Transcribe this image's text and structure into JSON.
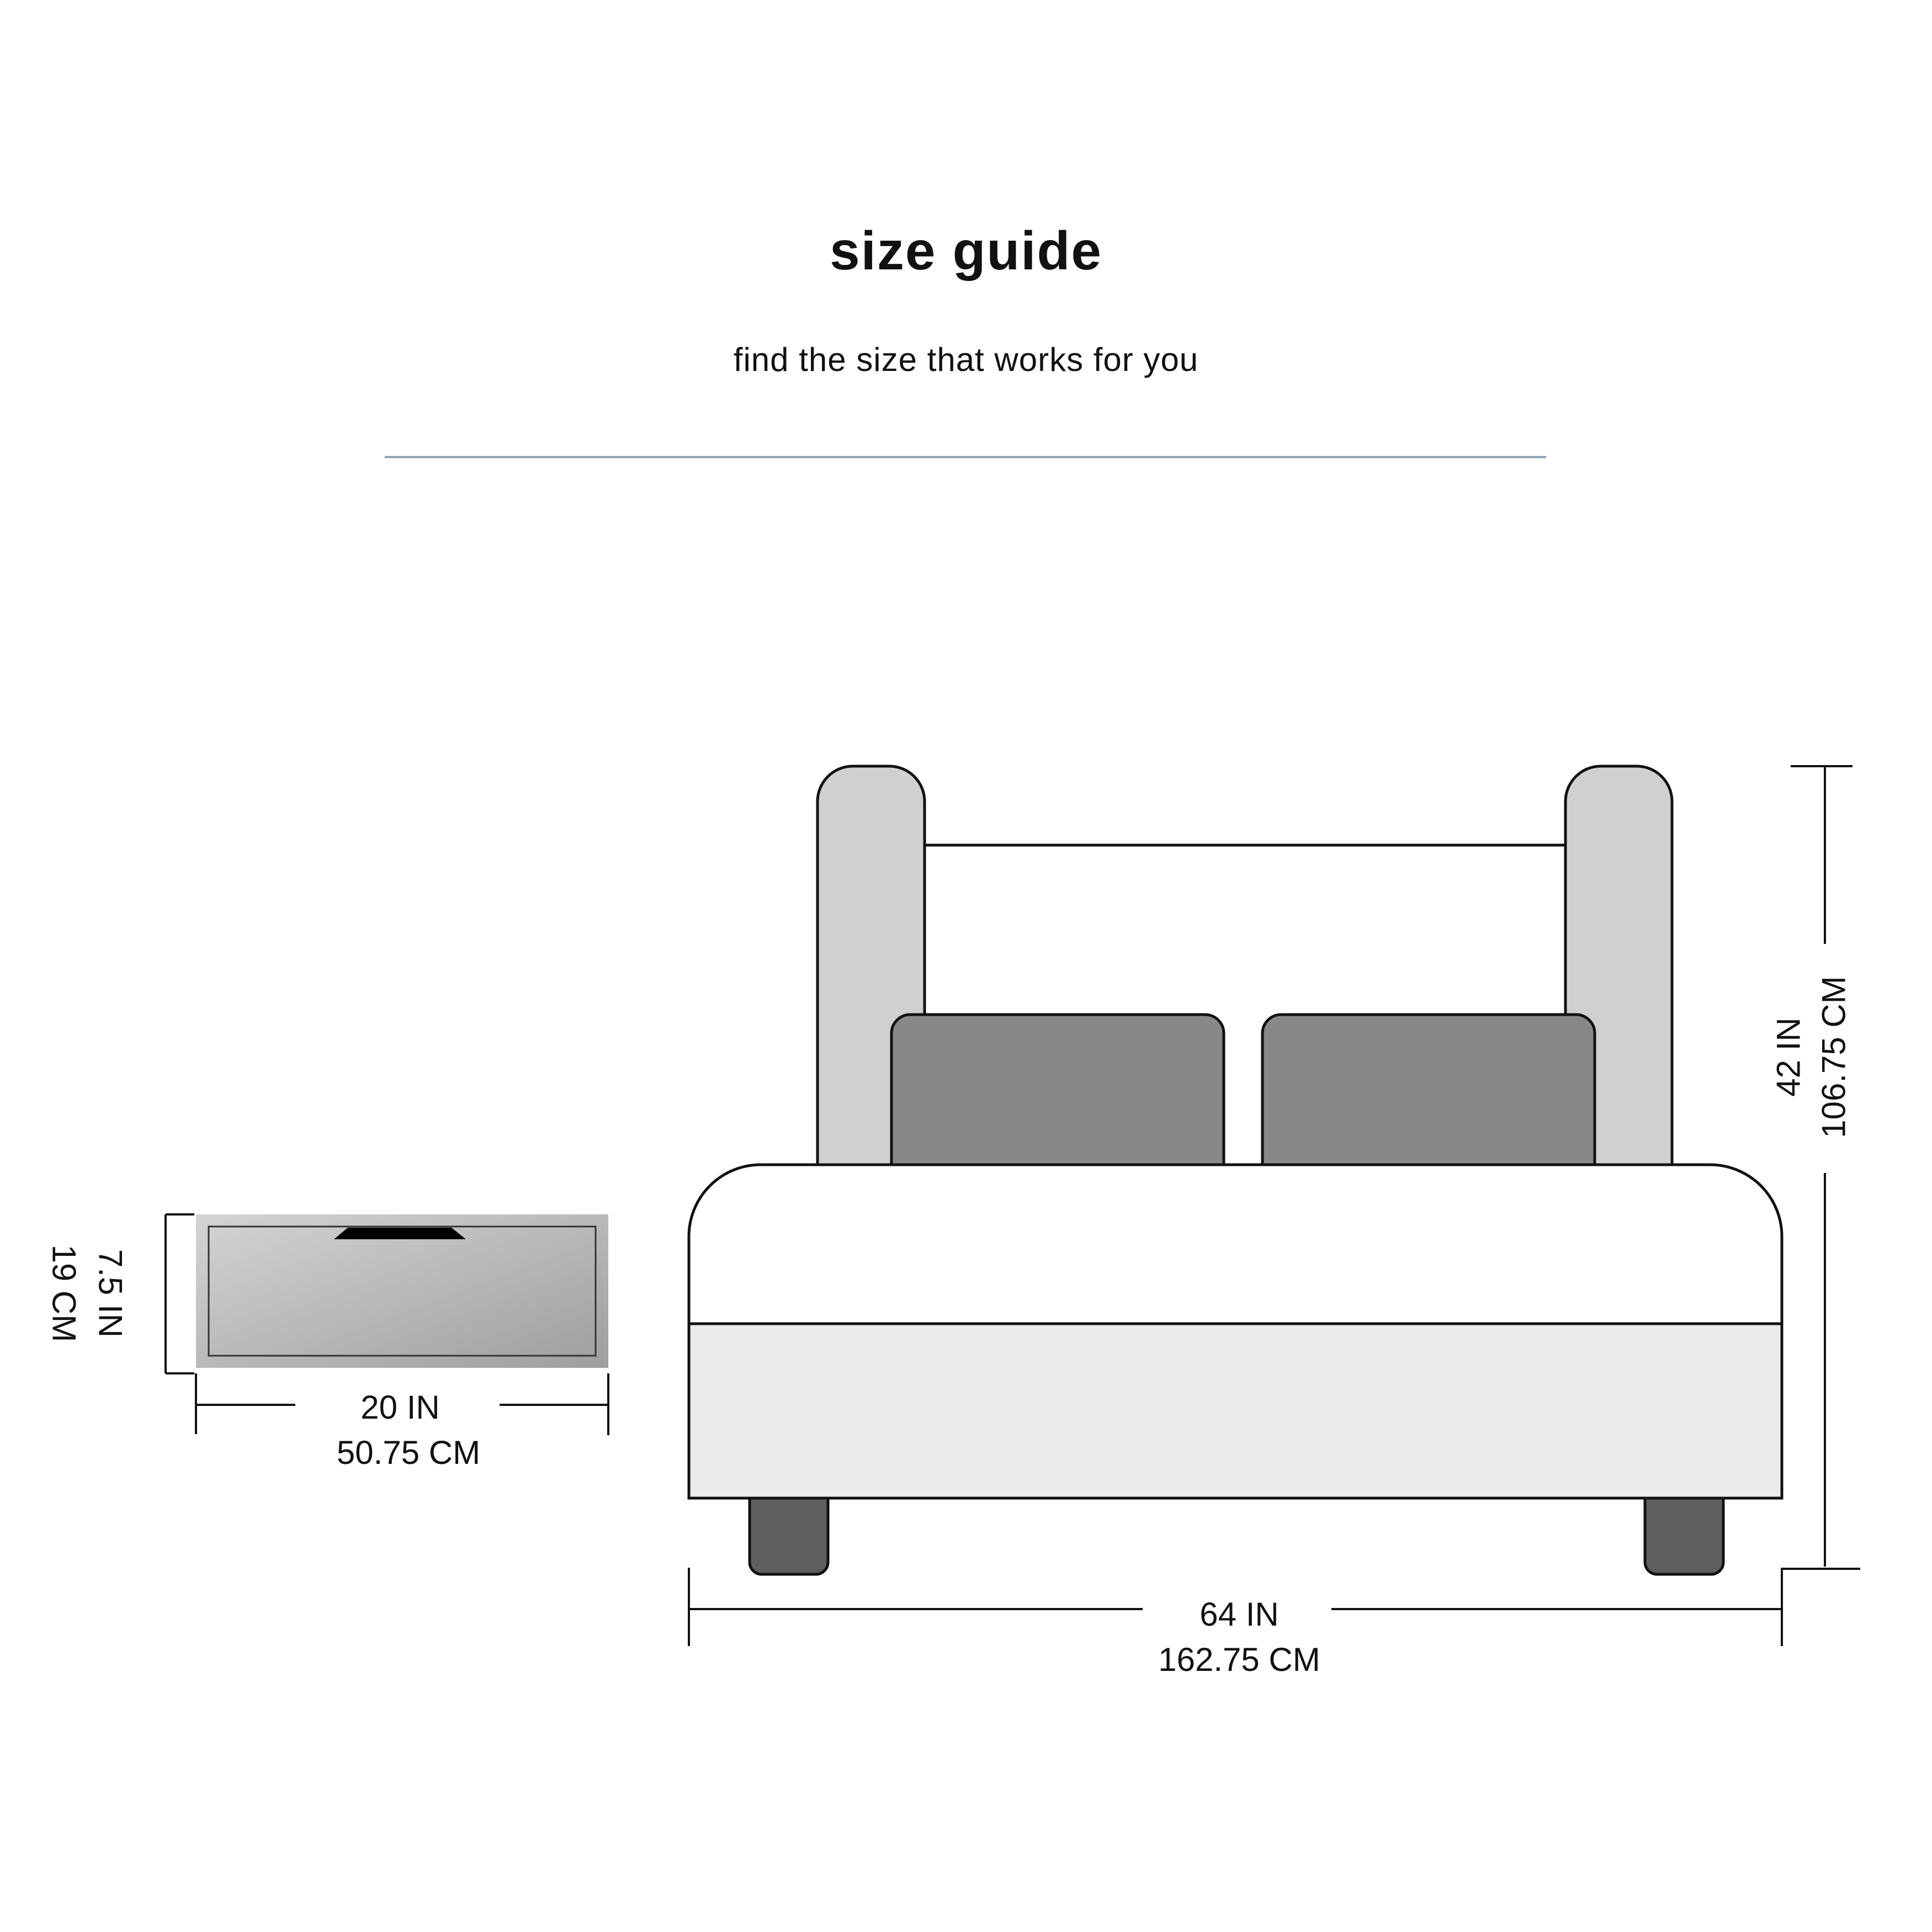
{
  "header": {
    "title": "size guide",
    "subtitle": "find the size that works for you"
  },
  "drawer": {
    "height_in": "7.5 IN",
    "height_cm": "19 CM",
    "width_in": "20 IN",
    "width_cm": "50.75 CM"
  },
  "bed": {
    "height_in": "42 IN",
    "height_cm": "106.75 CM",
    "width_in": "64 IN",
    "width_cm": "162.75 CM"
  },
  "colors": {
    "divider": "#8fa4b2",
    "post_fill": "#d0d0d0",
    "pillow_fill": "#888888",
    "base_fill": "#ebebeb",
    "leg_fill": "#5e5e5e",
    "outline": "#111111"
  }
}
